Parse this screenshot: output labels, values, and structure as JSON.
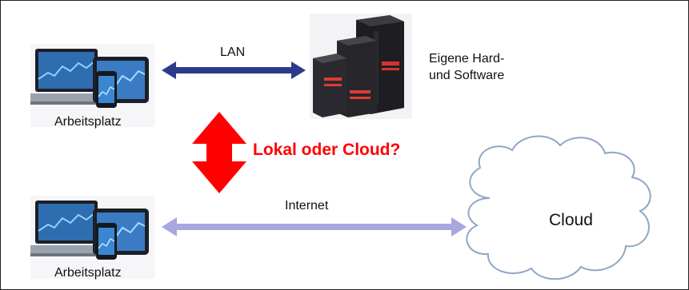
{
  "workstation_top": {
    "label": "Arbeitsplatz"
  },
  "workstation_bottom": {
    "label": "Arbeitsplatz"
  },
  "lan_link": {
    "label": "LAN",
    "color": "#2b3a8c"
  },
  "internet_link": {
    "label": "Internet",
    "color": "#a9a6e0"
  },
  "server": {
    "label_line1": "Eigene Hard-",
    "label_line2": "und Software"
  },
  "question": {
    "text": "Lokal oder Cloud?",
    "color": "#ff0000"
  },
  "cloud": {
    "label": "Cloud",
    "fill": "#ffffff",
    "stroke": "#8fa6c6"
  },
  "icons": [
    "laptop-tablet-phone-icon",
    "server-tower-icon",
    "cloud-icon",
    "double-arrow-icon"
  ]
}
